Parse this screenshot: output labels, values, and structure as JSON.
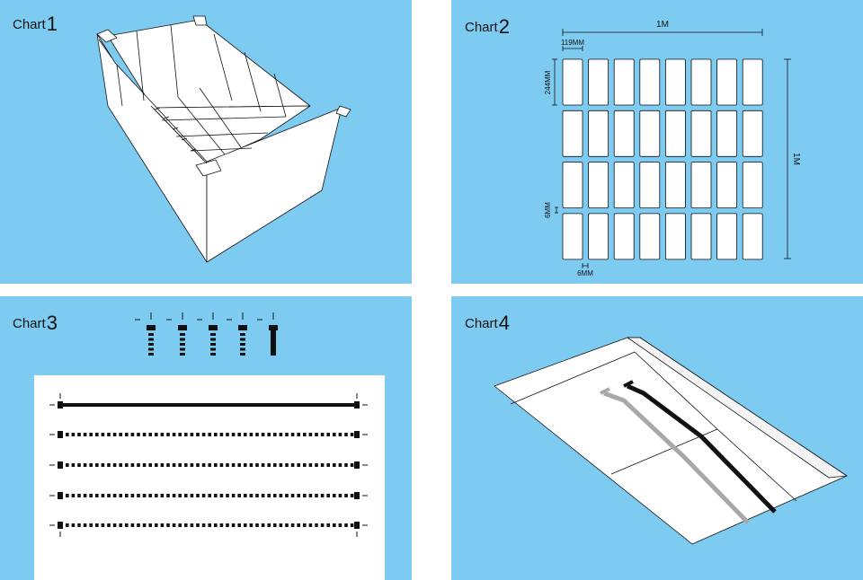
{
  "panels": [
    {
      "label": "Chart",
      "number": "1"
    },
    {
      "label": "Chart",
      "number": "2"
    },
    {
      "label": "Chart",
      "number": "3"
    },
    {
      "label": "Chart",
      "number": "4"
    }
  ],
  "chart2": {
    "width_label": "1M",
    "height_label": "1M",
    "cell_width_label": "119MM",
    "cell_height_label": "244MM",
    "vertical_gap_label": "6MM",
    "horizontal_gap_label": "6MM",
    "rows": 4,
    "cols": 8
  },
  "chart3": {
    "screw_icons": [
      "short-bolt-icon",
      "short-bolt-icon",
      "short-bolt-icon",
      "short-bolt-icon",
      "long-bolt-icon"
    ],
    "rails": [
      "solid",
      "dotted",
      "dotted",
      "dotted",
      "dotted"
    ]
  },
  "colors": {
    "panel_bg": "#7ecbf1",
    "line": "#111111",
    "gray_line": "#a8a8a8"
  }
}
